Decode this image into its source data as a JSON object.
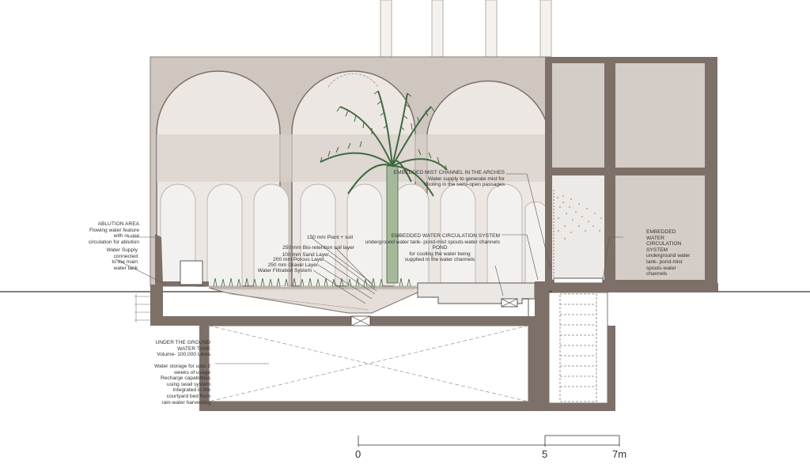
{
  "colors": {
    "wall": "#7d7069",
    "interior": "#cdc3bd",
    "arch_fill": "#f3f1ef",
    "ground_line": "#333333",
    "palm": "#3f6a3f",
    "label_text": "#333333"
  },
  "labels": {
    "ablution": [
      "ABLUTION AREA",
      "Flowing water feature",
      "with re-use",
      "circulation for ablution"
    ],
    "water_supply": [
      "Water Supply",
      "connected",
      "to the main",
      "water tank"
    ],
    "layers": [
      "150 mm Plant + soil",
      "250 mm Bio-retention soil layer",
      "100 mm Sand Layer",
      "200 mm Porous Layer",
      "250 mm Gravel Layer",
      "Water Filtration System"
    ],
    "mist_channel": [
      "EMBEDDED MIST CHANNEL IN THE ARCHES",
      "Water supply to generate mist for",
      "cooling in the semi-open passages"
    ],
    "circulation_center": [
      "EMBEDDED WATER CIRCULATION SYSTEM",
      "underground water tank- pond-mist spouts-water channels"
    ],
    "pond": [
      "POND",
      "for cooling the water being",
      "supplied in the water channels"
    ],
    "circulation_right": [
      "EMBEDDED",
      "WATER",
      "CIRCULATION",
      "SYSTEM",
      "underground water",
      "tank- pond-mist",
      "spouts-water",
      "channels"
    ],
    "tank": [
      "UNDER THE GROUND",
      "WATER TANK",
      "Volume- 100,000 Litres"
    ],
    "storage": [
      "Water storage for upto 2",
      "weeks of usage",
      "Recharge capabilities",
      "using swail system",
      "integrated in the",
      "courtyard bed from",
      "rain-water harvesting"
    ]
  },
  "scale": {
    "ticks": [
      "0",
      "5",
      "7m"
    ]
  }
}
